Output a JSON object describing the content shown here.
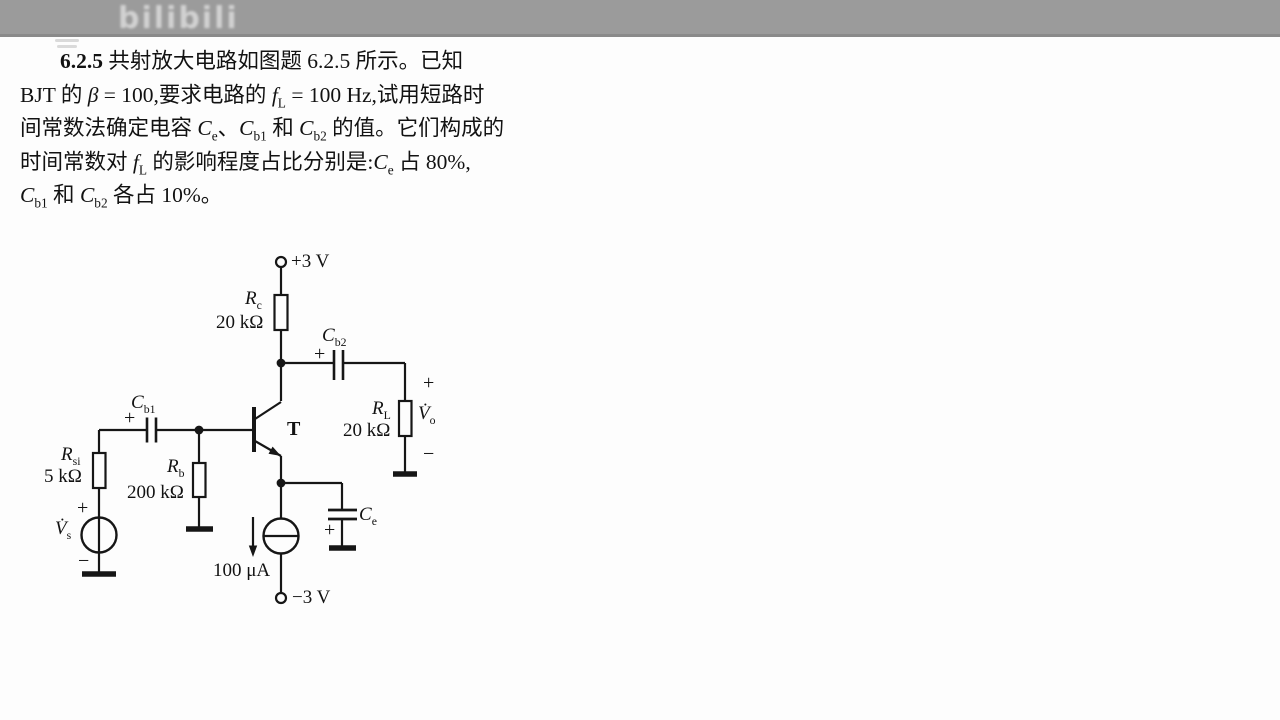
{
  "topbar": {
    "watermark": "bilibili"
  },
  "problem": {
    "lines": [
      [
        {
          "t": "6.2.5",
          "s": "b"
        },
        {
          "t": "  共射放大电路如图题 6.2.5 所示。已知"
        }
      ],
      [
        {
          "t": "BJT 的 "
        },
        {
          "t": "β",
          "s": "i"
        },
        {
          "t": " = 100,要求电路的 "
        },
        {
          "t": "f",
          "s": "i"
        },
        {
          "t": "L",
          "s": "sub"
        },
        {
          "t": " = 100 Hz,试用短路时"
        }
      ],
      [
        {
          "t": "间常数法确定电容 "
        },
        {
          "t": "C",
          "s": "i"
        },
        {
          "t": "e",
          "s": "sub"
        },
        {
          "t": "、"
        },
        {
          "t": "C",
          "s": "i"
        },
        {
          "t": "b1",
          "s": "sub"
        },
        {
          "t": " 和 "
        },
        {
          "t": "C",
          "s": "i"
        },
        {
          "t": "b2",
          "s": "sub"
        },
        {
          "t": " 的值。它们构成的"
        }
      ],
      [
        {
          "t": "时间常数对 "
        },
        {
          "t": "f",
          "s": "i"
        },
        {
          "t": "L",
          "s": "sub"
        },
        {
          "t": " 的影响程度占比分别是:"
        },
        {
          "t": "C",
          "s": "i"
        },
        {
          "t": "e",
          "s": "sub"
        },
        {
          "t": " 占 80%,"
        }
      ],
      [
        {
          "t": "C",
          "s": "i"
        },
        {
          "t": "b1",
          "s": "sub"
        },
        {
          "t": " 和 "
        },
        {
          "t": "C",
          "s": "i"
        },
        {
          "t": "b2",
          "s": "sub"
        },
        {
          "t": " 各占 10%。"
        }
      ]
    ]
  },
  "circuit": {
    "supply_top": "+3 V",
    "supply_bottom": "−3 V",
    "rc_name": [
      {
        "t": "R",
        "s": "i"
      },
      {
        "t": "c",
        "s": "sub"
      }
    ],
    "rc_value": "20 kΩ",
    "rb_name": [
      {
        "t": "R",
        "s": "i"
      },
      {
        "t": "b",
        "s": "sub"
      }
    ],
    "rb_value": "200 kΩ",
    "rsi_name": [
      {
        "t": "R",
        "s": "i"
      },
      {
        "t": "si",
        "s": "sub"
      }
    ],
    "rsi_value": "5 kΩ",
    "rl_name": [
      {
        "t": "R",
        "s": "i"
      },
      {
        "t": "L",
        "s": "sub"
      }
    ],
    "rl_value": "20 kΩ",
    "cb1_name": [
      {
        "t": "C",
        "s": "i"
      },
      {
        "t": "b1",
        "s": "sub"
      }
    ],
    "cb2_name": [
      {
        "t": "C",
        "s": "i"
      },
      {
        "t": "b2",
        "s": "sub"
      }
    ],
    "ce_name": [
      {
        "t": "C",
        "s": "i"
      },
      {
        "t": "e",
        "s": "sub"
      }
    ],
    "vs_name": [
      {
        "t": "V̇",
        "s": "i"
      },
      {
        "t": "s",
        "s": "sub"
      }
    ],
    "vo_name": [
      {
        "t": "V̇",
        "s": "i"
      },
      {
        "t": "o",
        "s": "sub"
      }
    ],
    "transistor_label": "T",
    "current_source_value": "100 μA",
    "plus": "+",
    "minus": "−"
  }
}
